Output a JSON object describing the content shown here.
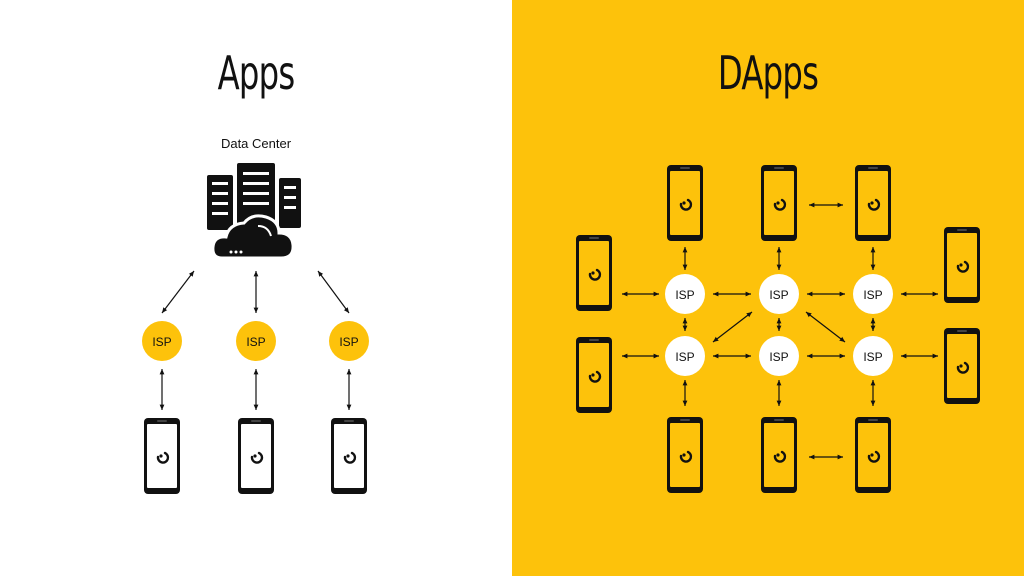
{
  "left": {
    "title": "Apps",
    "data_center_label": "Data Center",
    "isp_label": "ISP",
    "isp_count": 3,
    "phone_count": 3
  },
  "right": {
    "title": "DApps",
    "isp_label": "ISP",
    "isp_count": 6,
    "phone_count": 10
  },
  "colors": {
    "accent_yellow": "#FDC20B",
    "dark": "#111111",
    "white": "#ffffff"
  }
}
